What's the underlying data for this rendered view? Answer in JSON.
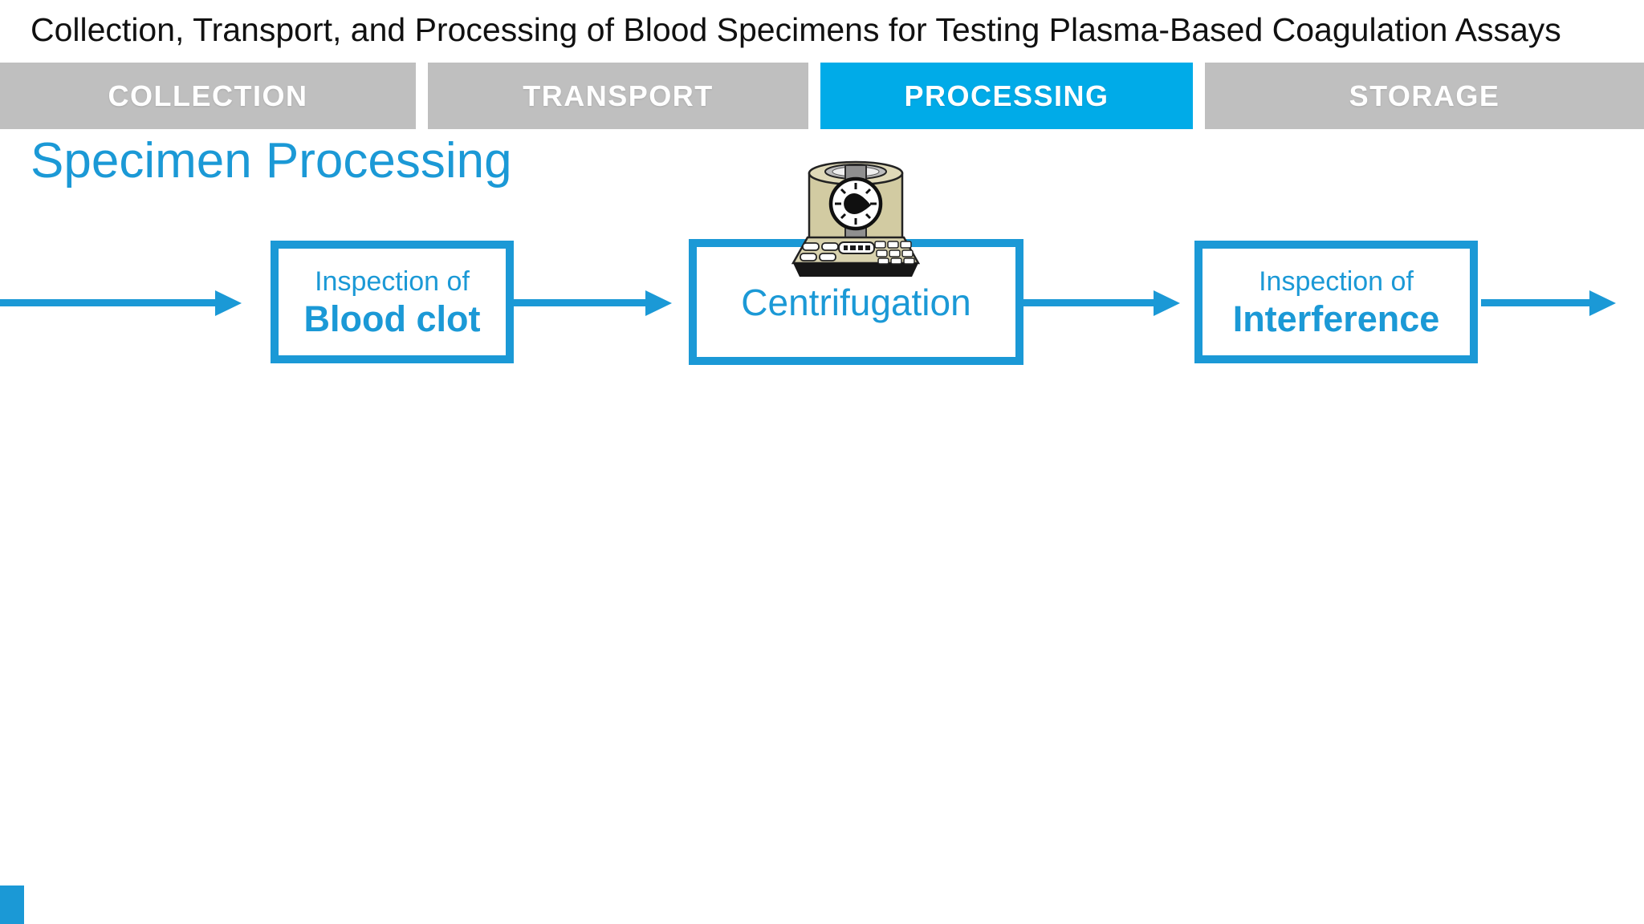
{
  "page": {
    "title": "Collection, Transport, and Processing of Blood Specimens for Testing Plasma-Based Coagulation Assays"
  },
  "tabs": {
    "items": [
      {
        "label": "COLLECTION",
        "active": false
      },
      {
        "label": "TRANSPORT",
        "active": false
      },
      {
        "label": "PROCESSING",
        "active": true
      },
      {
        "label": "STORAGE",
        "active": false
      }
    ],
    "active_label": "PROCESSING"
  },
  "section": {
    "heading": "Specimen Processing"
  },
  "flow": {
    "steps": [
      {
        "line1": "Inspection of",
        "line2": "Blood clot"
      },
      {
        "label": "Centrifugation",
        "icon": "centrifuge-icon"
      },
      {
        "line1": "Inspection of",
        "line2": "Interference"
      }
    ]
  },
  "colors": {
    "accent_blue": "#1b99d6",
    "active_tab_blue": "#00abe8",
    "tab_gray": "#bfbfbf",
    "title_black": "#111111"
  }
}
